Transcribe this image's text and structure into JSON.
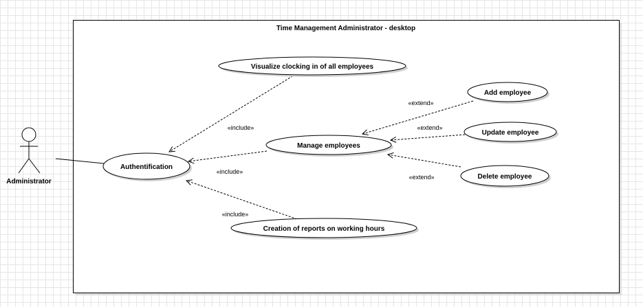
{
  "diagram": {
    "system_title": "Time Management Administrator - desktop",
    "actor": {
      "name": "Administrator"
    },
    "use_cases": {
      "visualize": "Visualize clocking in of all employees",
      "authentification": "Authentification",
      "manage": "Manage employees",
      "add": "Add employee",
      "update": "Update employee",
      "delete": "Delete employee",
      "reports": "Creation of reports on working hours"
    },
    "stereotypes": {
      "include": "«include»",
      "extend": "«extend»"
    }
  },
  "colors": {
    "stroke": "#000000",
    "shadow": "#d0d0d0",
    "grid": "#e6e6e6"
  }
}
